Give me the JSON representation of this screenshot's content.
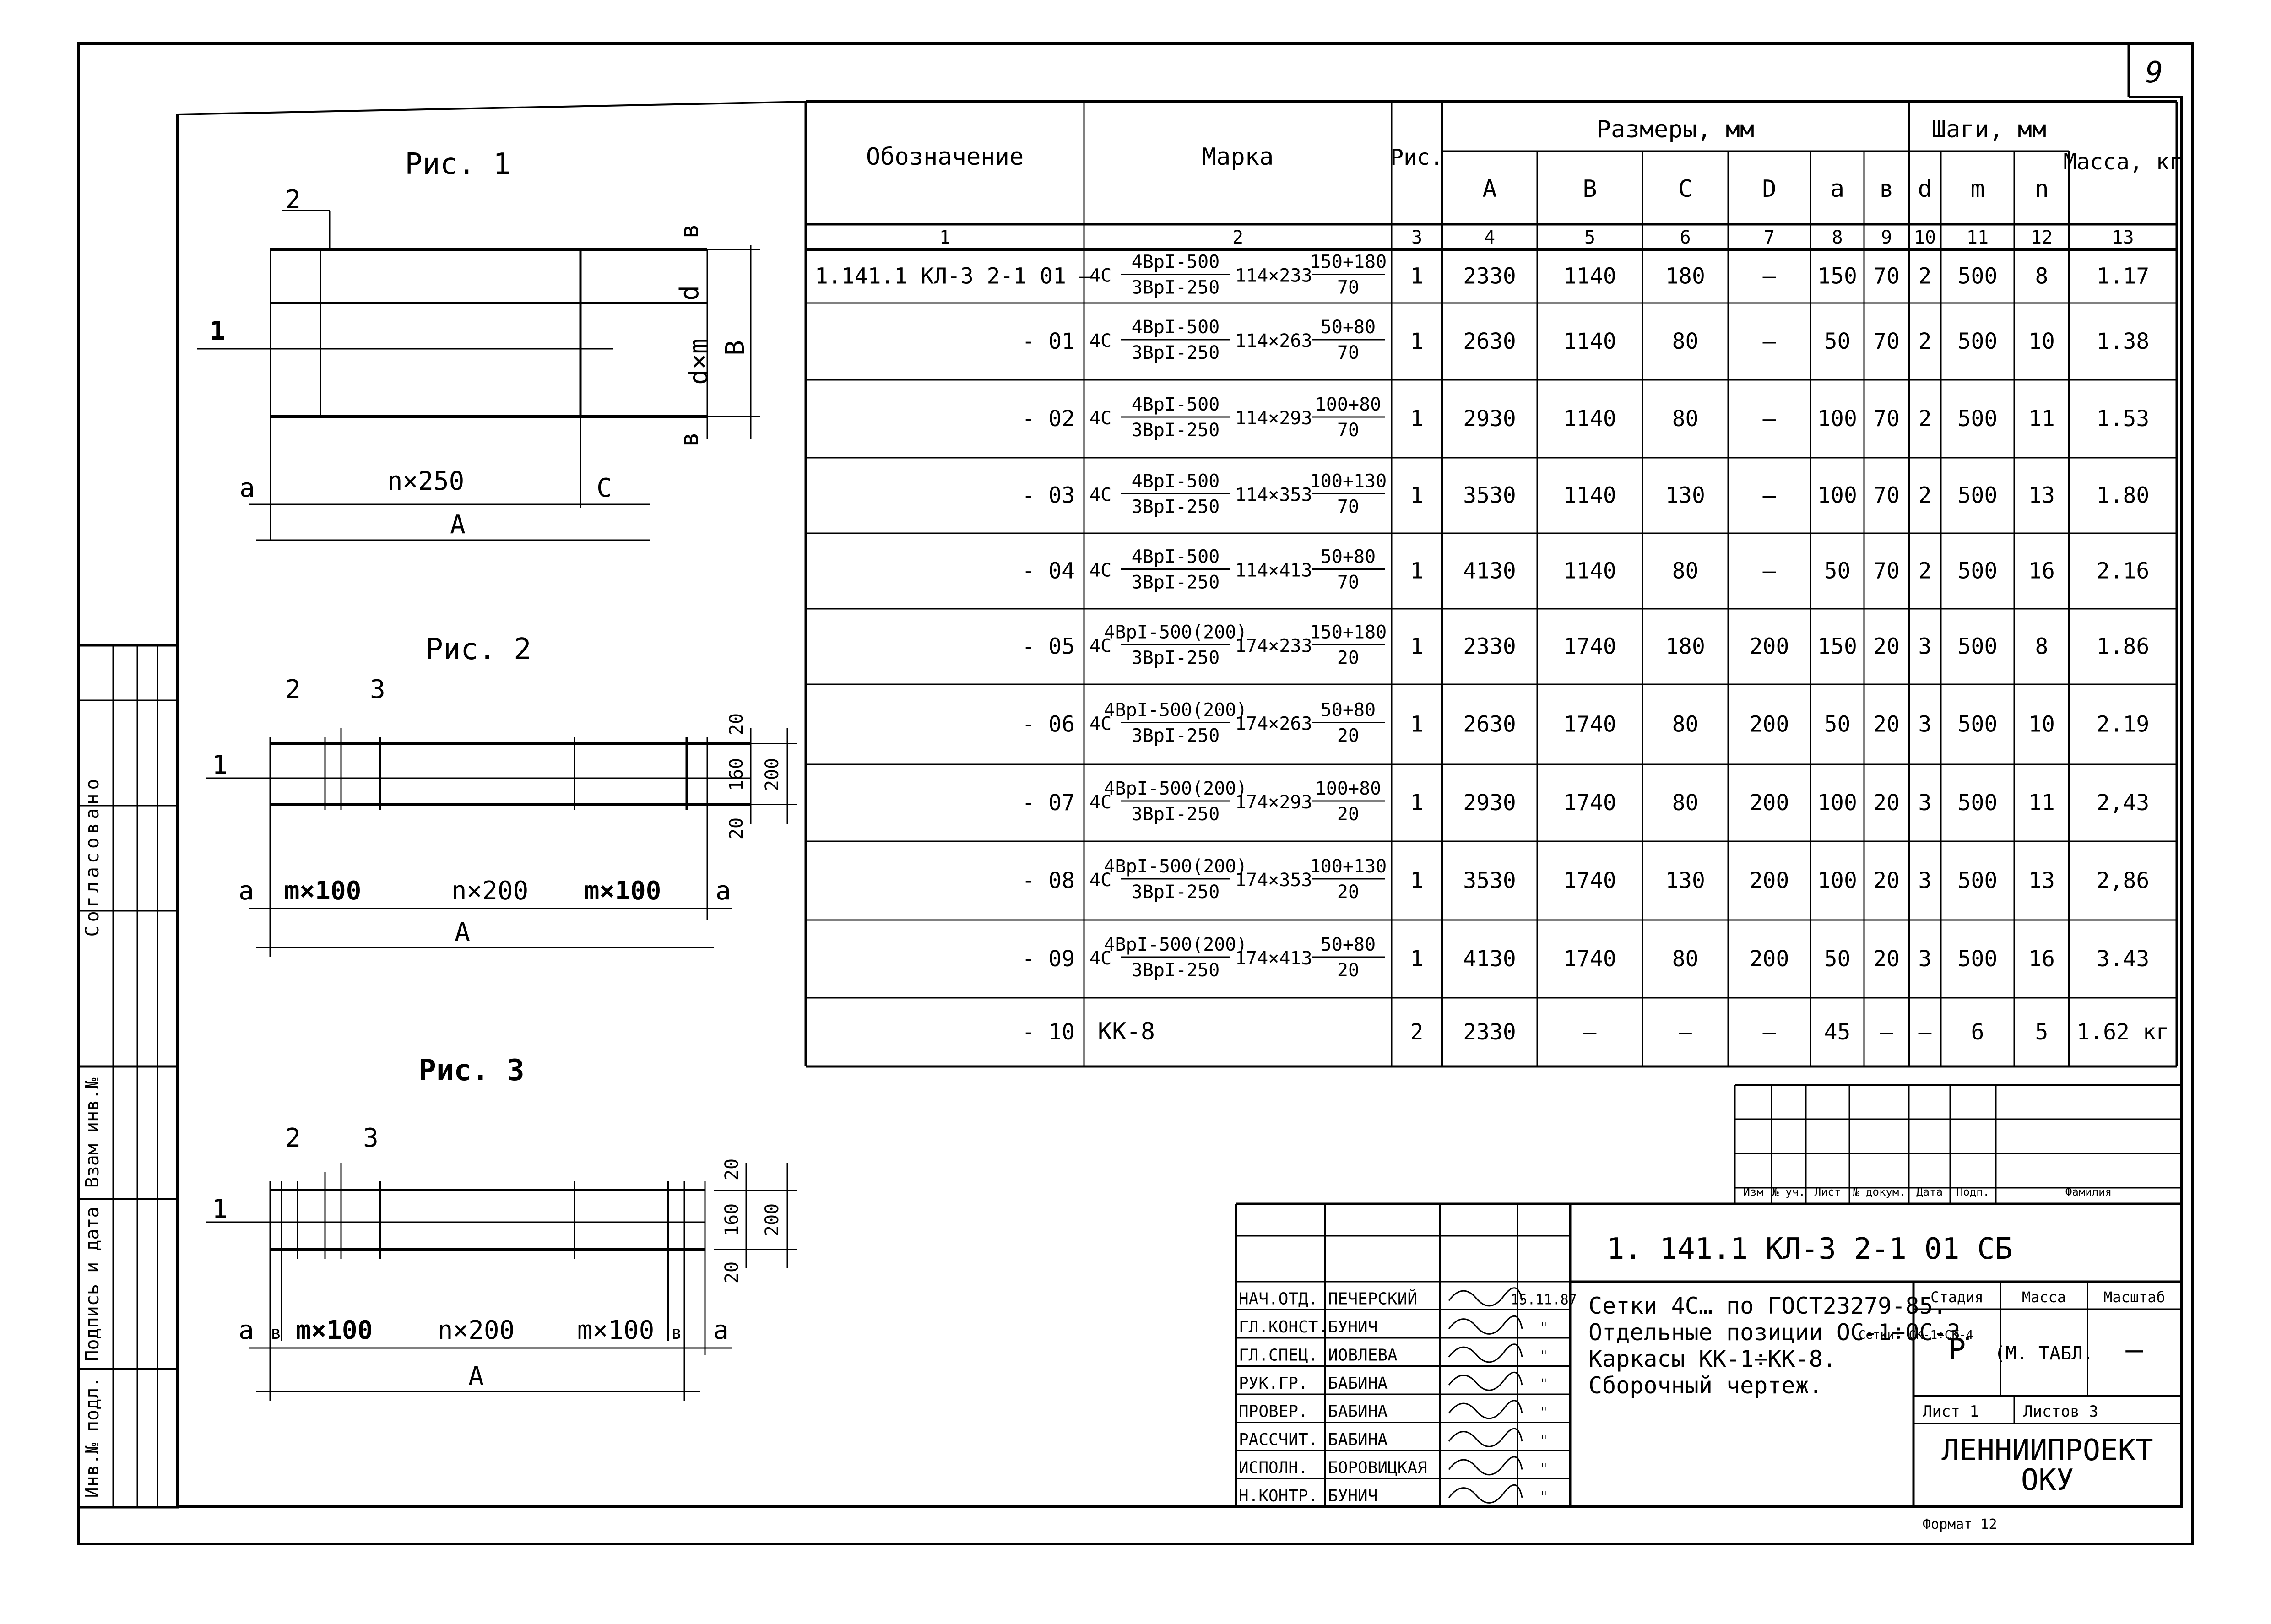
{
  "sheet": {
    "number": "9",
    "side_stamp": {
      "agreed": "Согласовано",
      "inv_ref": "Взам инв.№",
      "sign_date": "Подпись и дата",
      "inv_orig": "Инв.№ подл."
    }
  },
  "figures": {
    "fig1": {
      "title": "Рис. 1",
      "labels": {
        "p2": "2",
        "p1": "1",
        "a": "a",
        "c": "C",
        "span": "n×250",
        "A": "A",
        "b_top": "в",
        "d": "d",
        "dxm": "d×m",
        "B": "B",
        "b_bot": "в"
      }
    },
    "fig2": {
      "title": "Рис. 2",
      "labels": {
        "p2": "2",
        "p3": "3",
        "p1": "1",
        "a_l": "a",
        "a_r": "a",
        "m_l": "m×100",
        "n": "n×200",
        "m_r": "m×100",
        "A": "A",
        "d20a": "20",
        "d160": "160",
        "d200": "200",
        "d20b": "20"
      }
    },
    "fig3": {
      "title": "Рис. 3",
      "labels": {
        "p2": "2",
        "p3": "3",
        "p1": "1",
        "a_l": "a",
        "a_r": "a",
        "b_l": "в",
        "b_r": "в",
        "m_l": "m×100",
        "n": "n×200",
        "m_r": "m×100",
        "A": "A",
        "d20a": "20",
        "d160": "160",
        "d200": "200",
        "d20b": "20"
      }
    }
  },
  "spec_table": {
    "headers": {
      "designation": "Обозначение",
      "mark": "Марка",
      "fig": "Рис.",
      "sizes": "Размеры,   мм",
      "steps": "Шаги,  мм",
      "mass": "Масса, кг",
      "A": "A",
      "B": "B",
      "C": "C",
      "D": "D",
      "a": "a",
      "b": "в",
      "d": "d",
      "m": "m",
      "n": "n"
    },
    "col_numbers": [
      "1",
      "2",
      "3",
      "4",
      "5",
      "6",
      "7",
      "8",
      "9",
      "10",
      "11",
      "12",
      "13"
    ],
    "rows": [
      {
        "designation": "1.141.1 КЛ-3 2-1 01  —",
        "mark_pre": "4С",
        "mark_num": "4ВрI-500",
        "mark_den": "3ВрI-250",
        "mark_mid": "114×233",
        "mark_rnum": "150+180",
        "mark_rden": "70",
        "mark_plain": "",
        "fig": "1",
        "A": "2330",
        "B": "1140",
        "C": "180",
        "D": "—",
        "a": "150",
        "b": "70",
        "d": "2",
        "m": "500",
        "n": "8",
        "mass": "1.17"
      },
      {
        "designation": "- 01",
        "mark_pre": "4С",
        "mark_num": "4ВрI-500",
        "mark_den": "3ВрI-250",
        "mark_mid": "114×263",
        "mark_rnum": "50+80",
        "mark_rden": "70",
        "mark_plain": "",
        "fig": "1",
        "A": "2630",
        "B": "1140",
        "C": "80",
        "D": "—",
        "a": "50",
        "b": "70",
        "d": "2",
        "m": "500",
        "n": "10",
        "mass": "1.38"
      },
      {
        "designation": "- 02",
        "mark_pre": "4С",
        "mark_num": "4ВрI-500",
        "mark_den": "3ВрI-250",
        "mark_mid": "114×293",
        "mark_rnum": "100+80",
        "mark_rden": "70",
        "mark_plain": "",
        "fig": "1",
        "A": "2930",
        "B": "1140",
        "C": "80",
        "D": "—",
        "a": "100",
        "b": "70",
        "d": "2",
        "m": "500",
        "n": "11",
        "mass": "1.53"
      },
      {
        "designation": "- 03",
        "mark_pre": "4С",
        "mark_num": "4ВрI-500",
        "mark_den": "3ВрI-250",
        "mark_mid": "114×353",
        "mark_rnum": "100+130",
        "mark_rden": "70",
        "mark_plain": "",
        "fig": "1",
        "A": "3530",
        "B": "1140",
        "C": "130",
        "D": "—",
        "a": "100",
        "b": "70",
        "d": "2",
        "m": "500",
        "n": "13",
        "mass": "1.80"
      },
      {
        "designation": "- 04",
        "mark_pre": "4С",
        "mark_num": "4ВрI-500",
        "mark_den": "3ВрI-250",
        "mark_mid": "114×413",
        "mark_rnum": "50+80",
        "mark_rden": "70",
        "mark_plain": "",
        "fig": "1",
        "A": "4130",
        "B": "1140",
        "C": "80",
        "D": "—",
        "a": "50",
        "b": "70",
        "d": "2",
        "m": "500",
        "n": "16",
        "mass": "2.16"
      },
      {
        "designation": "- 05",
        "mark_pre": "4С",
        "mark_num": "4ВрI-500(200)",
        "mark_den": "3ВрI-250",
        "mark_mid": "174×233",
        "mark_rnum": "150+180",
        "mark_rden": "20",
        "mark_plain": "",
        "fig": "1",
        "A": "2330",
        "B": "1740",
        "C": "180",
        "D": "200",
        "a": "150",
        "b": "20",
        "d": "3",
        "m": "500",
        "n": "8",
        "mass": "1.86"
      },
      {
        "designation": "- 06",
        "mark_pre": "4С",
        "mark_num": "4ВрI-500(200)",
        "mark_den": "3ВрI-250",
        "mark_mid": "174×263",
        "mark_rnum": "50+80",
        "mark_rden": "20",
        "mark_plain": "",
        "fig": "1",
        "A": "2630",
        "B": "1740",
        "C": "80",
        "D": "200",
        "a": "50",
        "b": "20",
        "d": "3",
        "m": "500",
        "n": "10",
        "mass": "2.19"
      },
      {
        "designation": "- 07",
        "mark_pre": "4С",
        "mark_num": "4ВрI-500(200)",
        "mark_den": "3ВрI-250",
        "mark_mid": "174×293",
        "mark_rnum": "100+80",
        "mark_rden": "20",
        "mark_plain": "",
        "fig": "1",
        "A": "2930",
        "B": "1740",
        "C": "80",
        "D": "200",
        "a": "100",
        "b": "20",
        "d": "3",
        "m": "500",
        "n": "11",
        "mass": "2,43"
      },
      {
        "designation": "- 08",
        "mark_pre": "4С",
        "mark_num": "4ВрI-500(200)",
        "mark_den": "3ВрI-250",
        "mark_mid": "174×353",
        "mark_rnum": "100+130",
        "mark_rden": "20",
        "mark_plain": "",
        "fig": "1",
        "A": "3530",
        "B": "1740",
        "C": "130",
        "D": "200",
        "a": "100",
        "b": "20",
        "d": "3",
        "m": "500",
        "n": "13",
        "mass": "2,86"
      },
      {
        "designation": "- 09",
        "mark_pre": "4С",
        "mark_num": "4ВрI-500(200)",
        "mark_den": "3ВрI-250",
        "mark_mid": "174×413",
        "mark_rnum": "50+80",
        "mark_rden": "20",
        "mark_plain": "",
        "fig": "1",
        "A": "4130",
        "B": "1740",
        "C": "80",
        "D": "200",
        "a": "50",
        "b": "20",
        "d": "3",
        "m": "500",
        "n": "16",
        "mass": "3.43"
      },
      {
        "designation": "- 10",
        "mark_pre": "",
        "mark_num": "",
        "mark_den": "",
        "mark_mid": "",
        "mark_rnum": "",
        "mark_rden": "",
        "mark_plain": "КК-8",
        "fig": "2",
        "A": "2330",
        "B": "—",
        "C": "—",
        "D": "—",
        "a": "45",
        "b": "—",
        "d": "—",
        "m": "6",
        "n": "5",
        "mass": "1.62 кг"
      }
    ]
  },
  "title_block": {
    "rev_headers": [
      "Изм",
      "№ уч.",
      "Лист",
      "№ докум.",
      "Дата",
      "Подп.",
      "Фамилия"
    ],
    "code": "1. 141.1  КЛ-3    2-1      01  СБ",
    "title_lines": [
      "Сетки 4С… по ГОСТ23279-85.",
      "Отдельные позиции ОС-1÷ОС-3.",
      "Каркасы КК-1÷КК-8.",
      "Сборочный  чертеж."
    ],
    "title_note": "Сетки: СК-1÷СК-4",
    "stage_label": "Стадия",
    "mass_label": "Масса",
    "scale_label": "Масштаб",
    "stage": "Р",
    "mass": "(М. ТАБЛ.",
    "scale": "—",
    "sheet_label": "Лист 1",
    "sheets_label": "Листов 3",
    "org_line1": "ЛЕННИИПРОЕКТ",
    "org_line2": "ОКУ",
    "format": "Формат 12",
    "date_first": "15.11.87",
    "ditto": "\"",
    "signers": [
      {
        "role": "НАЧ.ОТД.",
        "name": "ПЕЧЕРСКИЙ"
      },
      {
        "role": "ГЛ.КОНСТ.",
        "name": "БУНИЧ"
      },
      {
        "role": "ГЛ.СПЕЦ.",
        "name": "ИОВЛЕВА"
      },
      {
        "role": "РУК.ГР.",
        "name": "БАБИНА"
      },
      {
        "role": "ПРОВЕР.",
        "name": "БАБИНА"
      },
      {
        "role": "РАССЧИТ.",
        "name": "БАБИНА"
      },
      {
        "role": "ИСПОЛН.",
        "name": "БОРОВИЦКАЯ"
      },
      {
        "role": "Н.КОНТР.",
        "name": "БУНИЧ"
      }
    ]
  }
}
